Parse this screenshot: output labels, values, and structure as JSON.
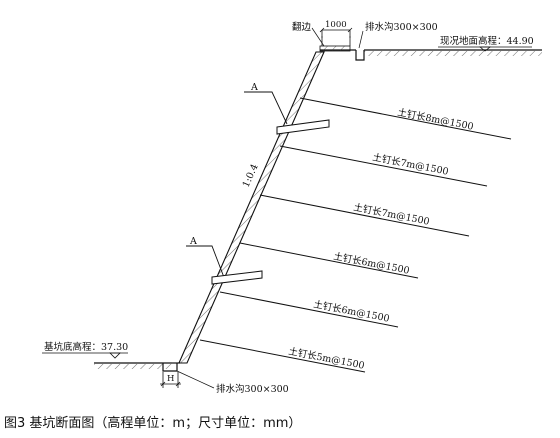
{
  "labels": {
    "berm": "翻边",
    "berm_width": "1000",
    "drain_top": "排水沟300×300",
    "ground_elevation": "现况地面高程：44.90",
    "section_a_top": "A",
    "section_a_bottom": "A",
    "slope_ratio": "1:0.4",
    "pit_bottom_elevation": "基坑底高程：37.30",
    "drain_bottom_width": "H",
    "drain_bottom": "排水沟300×300"
  },
  "nails": [
    {
      "label": "土钉长8m@1500"
    },
    {
      "label": "土钉长7m@1500"
    },
    {
      "label": "土钉长7m@1500"
    },
    {
      "label": "土钉长6m@1500"
    },
    {
      "label": "土钉长6m@1500"
    },
    {
      "label": "土钉长5m@1500"
    }
  ],
  "caption": "图3  基坑断面图（高程单位：m；尺寸单位：mm）"
}
